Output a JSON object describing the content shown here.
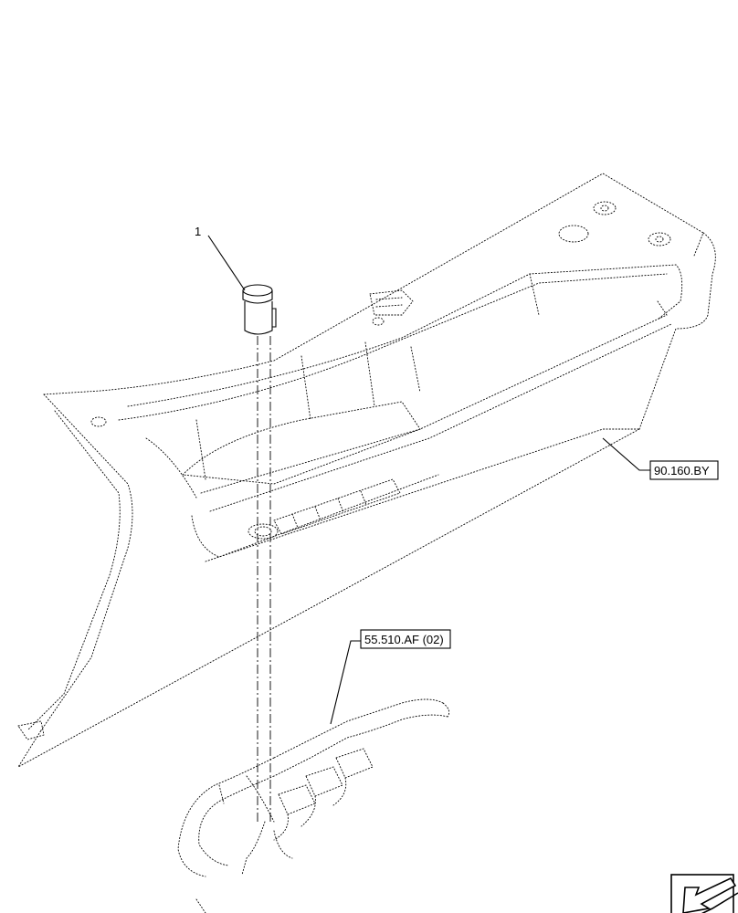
{
  "callouts": {
    "part_number": "1",
    "ref_console": "90.160.BY",
    "ref_harness": "55.510.AF (02)"
  },
  "icons": {
    "corner": "arrow-navigation-icon"
  },
  "colors": {
    "line": "#000000",
    "background": "#ffffff"
  }
}
